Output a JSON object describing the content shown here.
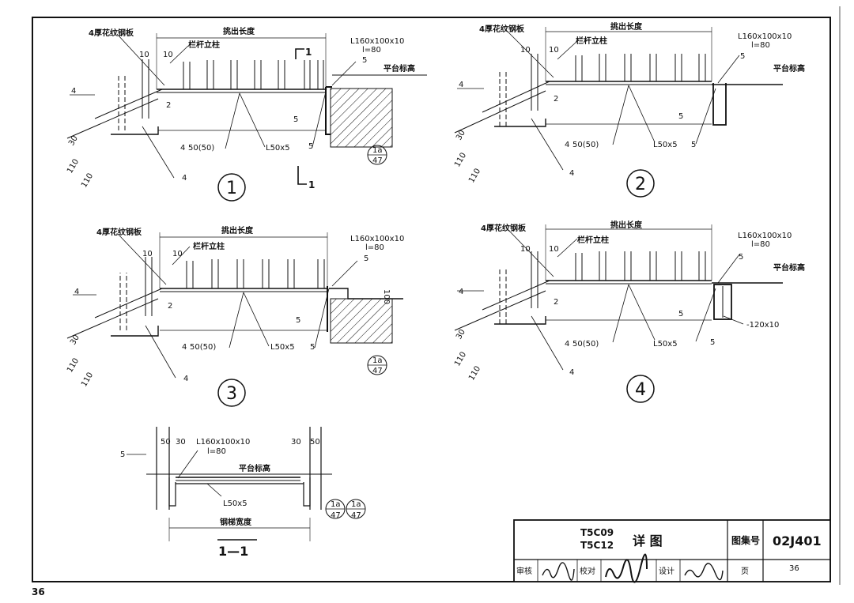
{
  "detail_1": {
    "plate": "4厚花纹钢板",
    "post": "栏杆立柱",
    "span": "挑出长度",
    "angle": "L160x100x10",
    "angle_l": "l=80",
    "weld5_top": "5",
    "platform": "平台标高",
    "num10a": "10",
    "num10b": "10",
    "weld4": "4",
    "num2": "2",
    "dim30": "30",
    "dim110a": "110",
    "dim110b": "110",
    "weld4_50": "4",
    "n50_50": "50(50)",
    "l50": "L50x5",
    "weld5_mid": "5",
    "weld5_low": "5",
    "weld4_bot": "4",
    "ref_top": "1a",
    "ref_bot": "47",
    "circle": "1",
    "section_top": "1",
    "section_bot": "1"
  },
  "detail_2": {
    "plate": "4厚花纹钢板",
    "post": "栏杆立柱",
    "span": "挑出长度",
    "angle": "L160x100x10",
    "angle_l": "l=80",
    "weld5_top": "5",
    "platform": "平台标高",
    "num10a": "10",
    "num10b": "10",
    "weld4": "4",
    "num2": "2",
    "dim30": "30",
    "dim110a": "110",
    "dim110b": "110",
    "weld4_50": "4",
    "n50_50": "50(50)",
    "l50": "L50x5",
    "weld5_mid": "5",
    "weld5_low": "5",
    "weld4_bot": "4",
    "circle": "2"
  },
  "detail_3": {
    "plate": "4厚花纹钢板",
    "post": "栏杆立柱",
    "span": "挑出长度",
    "angle": "L160x100x10",
    "angle_l": "l=80",
    "weld5_top": "5",
    "dim100": "100",
    "num10a": "10",
    "num10b": "10",
    "weld4": "4",
    "num2": "2",
    "dim30": "30",
    "dim110a": "110",
    "dim110b": "110",
    "weld4_50": "4",
    "n50_50": "50(50)",
    "l50": "L50x5",
    "weld5_mid": "5",
    "weld5_low": "5",
    "weld4_bot": "4",
    "ref_top": "1a",
    "ref_bot": "47",
    "circle": "3"
  },
  "detail_4": {
    "plate": "4厚花纹钢板",
    "post": "栏杆立柱",
    "span": "挑出长度",
    "angle": "L160x100x10",
    "angle_l": "l=80",
    "weld5_top": "5",
    "platform": "平台标高",
    "num10a": "10",
    "num10b": "10",
    "weld4": "4",
    "num2": "2",
    "dim30": "30",
    "dim110a": "110",
    "dim110b": "110",
    "weld4_50": "4",
    "n50_50": "50(50)",
    "l50": "L50x5",
    "weld5_mid": "5",
    "plate_120": "-120x10",
    "weld5_low": "5",
    "weld4_bot": "4",
    "circle": "4"
  },
  "section_1_1": {
    "d50": "50",
    "d30a": "30",
    "d30b": "30",
    "d50b": "50",
    "angle": "L160x100x10",
    "angle_l": "l=80",
    "weld5": "5",
    "platform": "平台标高",
    "l50": "L50x5",
    "width": "钢梯宽度",
    "title": "1—1",
    "ref1_top": "1a",
    "ref1_bot": "47",
    "ref2_top": "1a",
    "ref2_bot": "47"
  },
  "title_block": {
    "codes_1": "T5C09",
    "codes_2": "T5C12",
    "name": "详  图",
    "atlas_label": "图集号",
    "atlas_no": "02J401",
    "review": "审核",
    "check": "校对",
    "design": "设计",
    "page_label": "页",
    "page_value": "36"
  },
  "page_number": "36"
}
